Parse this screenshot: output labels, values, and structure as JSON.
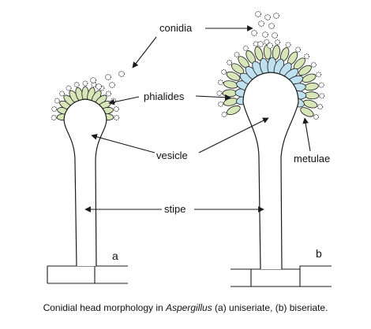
{
  "labels": {
    "conidia": "conidia",
    "phialides": "phialides",
    "vesicle": "vesicle",
    "metulae": "metulae",
    "stipe": "stipe",
    "panel_a": "a",
    "panel_b": "b"
  },
  "caption": {
    "before": "Conidial head morphology in ",
    "genus": "Aspergillus",
    "after": " (a) uniseriate, (b) biseriate."
  },
  "colors": {
    "phialide_fill": "#d7e6b8",
    "metula_fill": "#bfe0ee",
    "outline": "#1a1a1a"
  }
}
